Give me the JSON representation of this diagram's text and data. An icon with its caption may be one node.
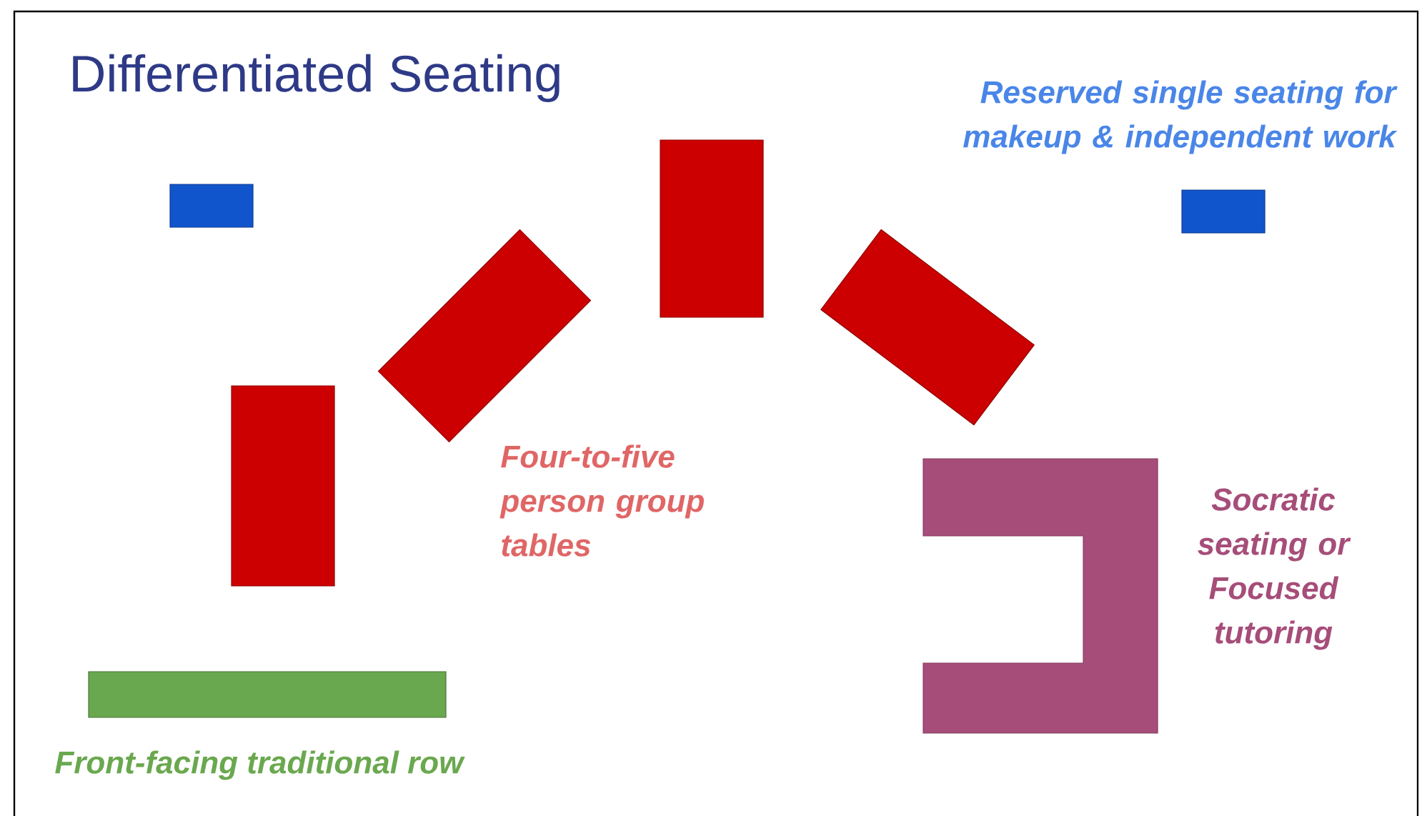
{
  "diagram": {
    "title": "Differentiated Seating",
    "nodes": [
      {
        "text": [],
        "shape": "box"
      },
      {
        "text": [],
        "shape": "box"
      },
      {
        "text": [],
        "shape": "box"
      },
      {
        "text": [],
        "shape": "box"
      },
      {
        "text": [],
        "shape": "box"
      },
      {
        "text": [],
        "shape": "box"
      },
      {
        "text": [],
        "shape": "box"
      },
      {
        "text": [],
        "shape": "box"
      }
    ],
    "labels": [
      "Reserved single seating for makeup & independent work",
      "Four-to-five person group tables",
      "Socratic seating or Focused tutoring",
      "Front-facing traditional row"
    ]
  }
}
